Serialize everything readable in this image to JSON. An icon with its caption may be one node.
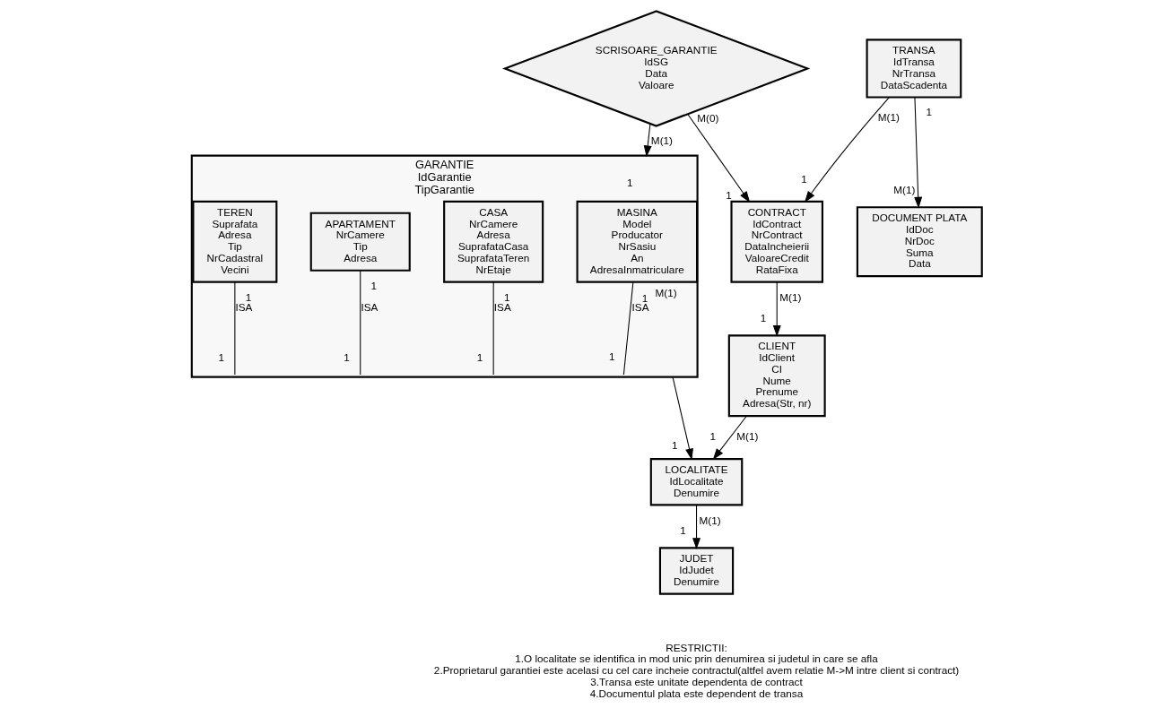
{
  "diagram": {
    "nodes": [
      {
        "text": [
          "CLIENT",
          "IdClient",
          "CI",
          "Nume",
          "Prenume",
          "Adresa(Str, nr)"
        ]
      },
      {
        "text": [
          "CONTRACT",
          "IdContract",
          "NrContract",
          "DataIncheierii",
          "ValoareCredit",
          "RataFixa"
        ]
      },
      {
        "text": [
          "LOCALITATE",
          "IdLocalitate",
          "Denumire"
        ]
      },
      {
        "text": [
          "TRANSA",
          "IdTransa",
          "NrTransa",
          "DataScadenta"
        ]
      },
      {
        "text": [
          "DOCUMENT PLATA",
          "IdDoc",
          "NrDoc",
          "Suma",
          "Data"
        ]
      },
      {
        "text": [
          "JUDET",
          "IdJudet",
          "Denumire"
        ]
      },
      {
        "text": [
          "SCRISOARE_GARANTIE",
          "IdSG",
          "Data",
          "Valoare"
        ]
      },
      {
        "text": [
          "GARANTIE",
          "IdGarantie",
          "TipGarantie"
        ]
      },
      {
        "text": [
          "MASINA",
          "Model",
          "Producator",
          "NrSasiu",
          "An",
          "AdresaInmatriculare"
        ],
        "in": 7
      },
      {
        "text": [
          "CASA",
          "NrCamere",
          "Adresa",
          "SuprafataCasa",
          "SuprafataTeren",
          "NrEtaje"
        ],
        "in": 7
      },
      {
        "text": [
          "APARTAMENT",
          "NrCamere",
          "Tip",
          "Adresa"
        ],
        "in": 7
      },
      {
        "text": [
          "TEREN",
          "Suprafata",
          "Adresa",
          "Tip",
          "NrCadastral",
          "Vecini"
        ],
        "in": 7
      }
    ],
    "edges": [
      {
        "from": 1,
        "to": 0,
        "arrow": "to"
      },
      {
        "from": 0,
        "to": 2,
        "arrow": "to"
      },
      {
        "from": 3,
        "to": 1,
        "arrow": "to"
      },
      {
        "from": 2,
        "to": 5,
        "arrow": "to"
      },
      {
        "from": 3,
        "to": 4,
        "arrow": "to"
      },
      {
        "from": 6,
        "to": 1,
        "arrow": "to"
      },
      {
        "from": 7,
        "to": 2,
        "arrow": "to"
      },
      {
        "from": 6,
        "to": 7,
        "arrow": "to"
      },
      {
        "from": 8,
        "to": 7,
        "arrow": "none",
        "label": "ISA"
      },
      {
        "from": 9,
        "to": 7,
        "arrow": "none",
        "label": "ISA"
      },
      {
        "from": 10,
        "to": 7,
        "arrow": "none",
        "label": "ISA"
      },
      {
        "from": 11,
        "to": 7,
        "arrow": "none",
        "label": "ISA"
      }
    ],
    "labels": [
      "M(1)",
      "1",
      "M(1)",
      "1",
      "M(1)",
      "1",
      "M(1)",
      "1",
      "1",
      "M(1)",
      "M(0)",
      "1",
      "M(1)",
      "1",
      "M(1)",
      "1",
      "1",
      "1",
      "1",
      "1",
      "1",
      "1",
      "1",
      "1",
      "RESTRICTII:",
      "1.O localitate se identifica in mod unic prin denumirea si judetul in care se afla",
      "2.Proprietarul garantiei este acelasi cu cel care incheie contractul(altfel avem relatie M->M intre client si contract)",
      "3.Transa este unitate dependenta de contract",
      "4.Documentul plata este dependent de transa"
    ]
  }
}
